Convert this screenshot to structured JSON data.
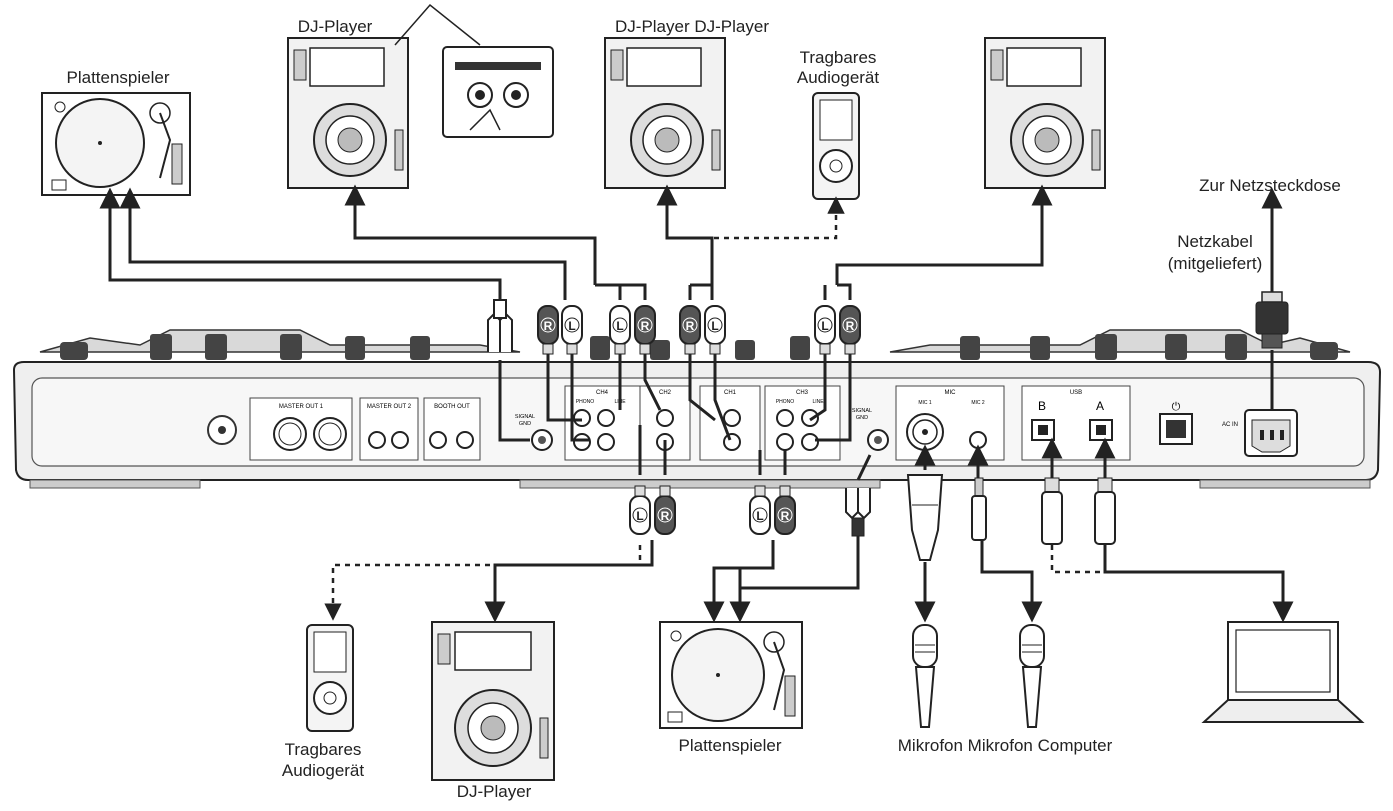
{
  "labels": {
    "plattenspieler_top": "Plattenspieler",
    "dj_player_top_left": "DJ-Player",
    "dj_player_pair_top": "DJ-Player DJ-Player",
    "tragbares_top_line1": "Tragbares",
    "tragbares_top_line2": "Audiogerät",
    "netzsteckdose": "Zur Netzsteckdose",
    "netzkabel_line1": "Netzkabel",
    "netzkabel_line2": "(mitgeliefert)",
    "tragbares_bottom_line1": "Tragbares",
    "tragbares_bottom_line2": "Audiogerät",
    "dj_player_bottom": "DJ-Player",
    "plattenspieler_bottom": "Plattenspieler",
    "mic_computer_row": "Mikrofon Mikrofon Computer"
  },
  "panel": {
    "sections": [
      "MASTER OUT 1",
      "MASTER OUT 2",
      "BOOTH OUT",
      "CH4",
      "CH2",
      "CH1",
      "CH3",
      "MIC",
      "USB"
    ],
    "phono_line": [
      "PHONO",
      "LINE"
    ],
    "signal_gnd": [
      "SIGNAL",
      "GND"
    ],
    "mic_ports": [
      "MIC 1",
      "MIC 2"
    ],
    "usb_ports": [
      "B",
      "A"
    ],
    "ac_in": "AC IN"
  },
  "plug_letters": {
    "top": [
      "R",
      "L",
      "L",
      "R",
      "R",
      "L",
      "L",
      "R"
    ],
    "bottom": [
      "L",
      "R",
      "L",
      "R"
    ]
  }
}
